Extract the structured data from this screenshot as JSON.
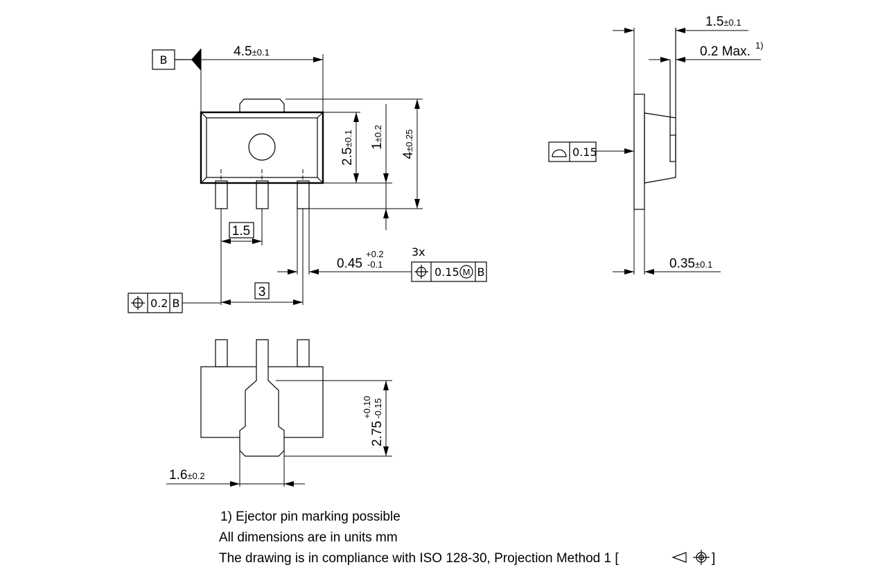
{
  "datum_label": "B",
  "top_view": {
    "width_dim": {
      "main": "4.5",
      "tol": "±0.1"
    },
    "tab_height_dim": {
      "main": "2.5",
      "tol": "±0.1"
    },
    "lead_len_dim": {
      "main": "1",
      "tol": "±0.2"
    },
    "total_height_dim": {
      "main": "4",
      "tol": "±0.25"
    },
    "pitch_basic": "1.5",
    "span_basic": "3",
    "lead_width_dim": {
      "main": "0.45",
      "tol_upper": "+0.2",
      "tol_lower": "-0.1"
    },
    "lead_count_prefix": "3x",
    "fcf_leads": {
      "symbol": "⌖",
      "tolerance": "0.15",
      "modifier": "M",
      "datum": "B"
    },
    "fcf_tab": {
      "symbol": "⌖",
      "tolerance": "0.2",
      "datum": "B"
    }
  },
  "side_view": {
    "thickness_dim": {
      "main": "1.5",
      "tol": "±0.1"
    },
    "max_dim": {
      "main": "0.2 Max.",
      "note_ref": "1)"
    },
    "lead_thickness_dim": {
      "main": "0.35",
      "tol": "±0.1"
    },
    "fcf_profile": {
      "symbol": "⌓",
      "tolerance": "0.15"
    }
  },
  "bottom_view": {
    "pad_height_dim": {
      "main": "2.75",
      "tol_upper": "+0.10",
      "tol_lower": "-0.15"
    },
    "pad_width_dim": {
      "main": "1.6",
      "tol": "±0.2"
    }
  },
  "notes": [
    "1) Ejector pin marking possible",
    "All dimensions are in units mm",
    "The drawing is in compliance with ISO 128-30, Projection Method 1 ["
  ],
  "notes_suffix": "]"
}
